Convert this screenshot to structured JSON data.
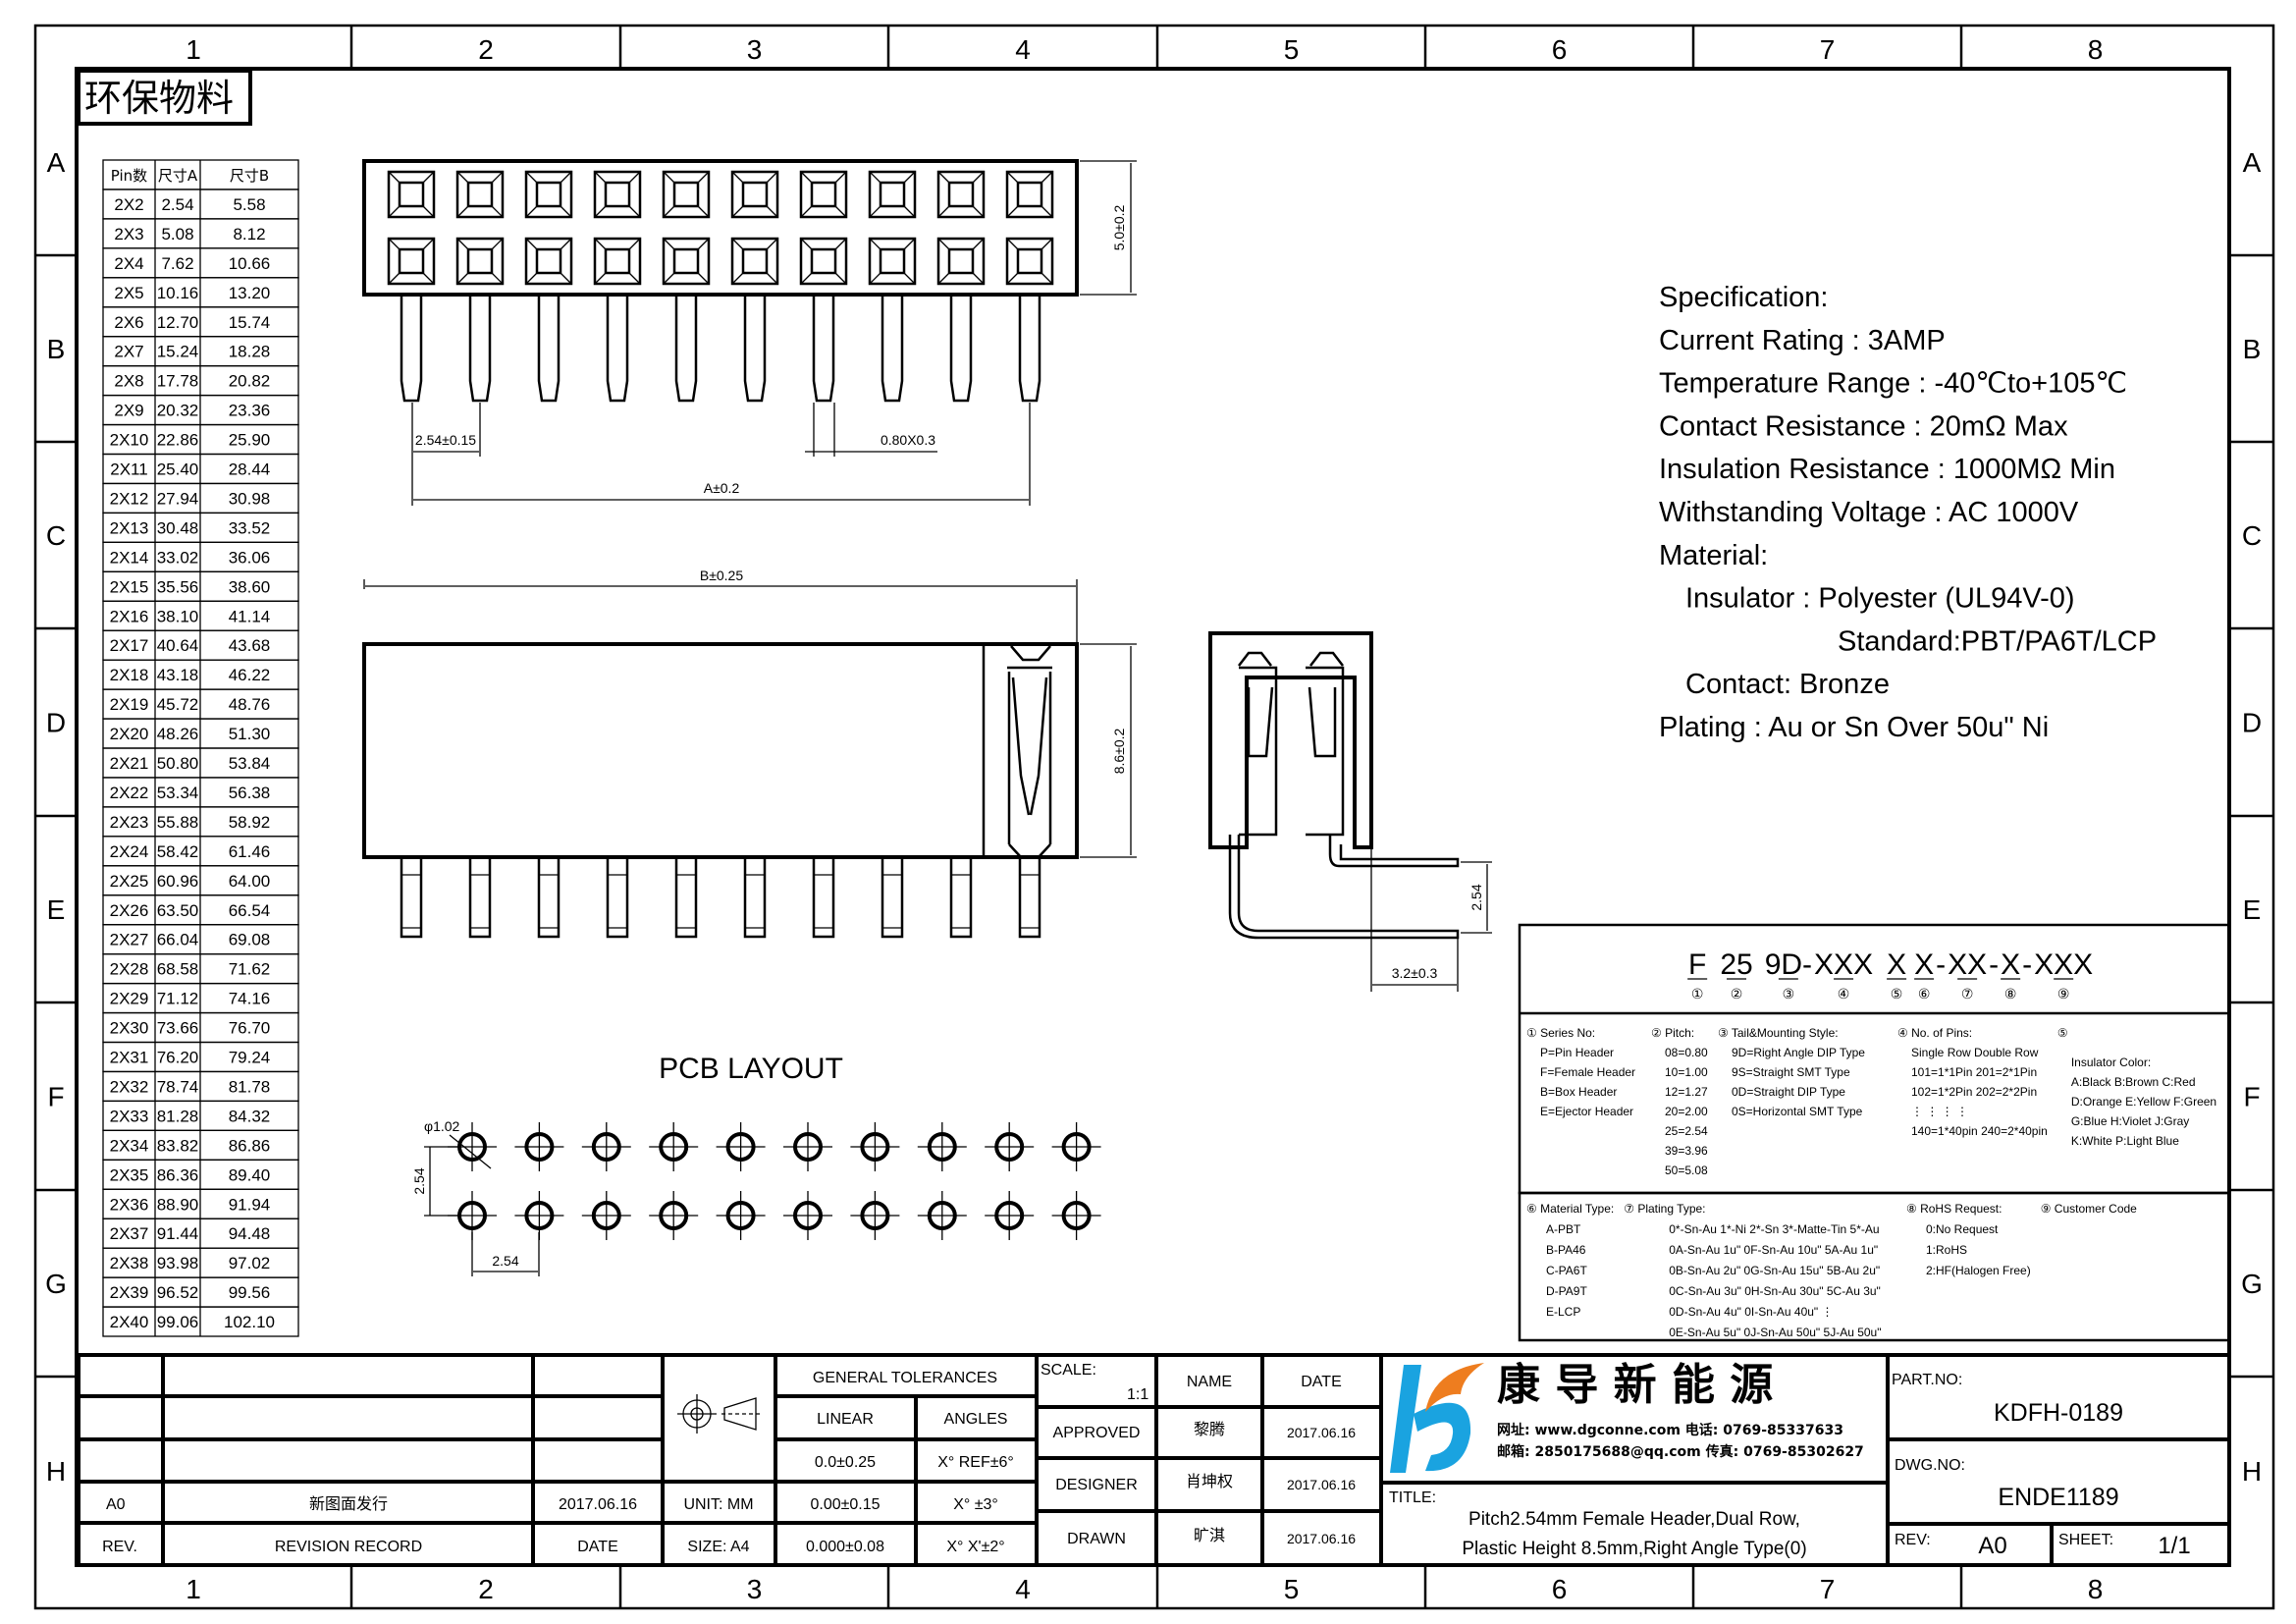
{
  "frame": {
    "columns": [
      "1",
      "2",
      "3",
      "4",
      "5",
      "6",
      "7",
      "8"
    ],
    "rows": [
      "A",
      "B",
      "C",
      "D",
      "E",
      "F",
      "G",
      "H"
    ]
  },
  "eco_label": "环保物料",
  "dimension_table": {
    "headers": [
      "Pin数",
      "尺寸A",
      "尺寸B"
    ],
    "rows": [
      [
        "2X2",
        "2.54",
        "5.58"
      ],
      [
        "2X3",
        "5.08",
        "8.12"
      ],
      [
        "2X4",
        "7.62",
        "10.66"
      ],
      [
        "2X5",
        "10.16",
        "13.20"
      ],
      [
        "2X6",
        "12.70",
        "15.74"
      ],
      [
        "2X7",
        "15.24",
        "18.28"
      ],
      [
        "2X8",
        "17.78",
        "20.82"
      ],
      [
        "2X9",
        "20.32",
        "23.36"
      ],
      [
        "2X10",
        "22.86",
        "25.90"
      ],
      [
        "2X11",
        "25.40",
        "28.44"
      ],
      [
        "2X12",
        "27.94",
        "30.98"
      ],
      [
        "2X13",
        "30.48",
        "33.52"
      ],
      [
        "2X14",
        "33.02",
        "36.06"
      ],
      [
        "2X15",
        "35.56",
        "38.60"
      ],
      [
        "2X16",
        "38.10",
        "41.14"
      ],
      [
        "2X17",
        "40.64",
        "43.68"
      ],
      [
        "2X18",
        "43.18",
        "46.22"
      ],
      [
        "2X19",
        "45.72",
        "48.76"
      ],
      [
        "2X20",
        "48.26",
        "51.30"
      ],
      [
        "2X21",
        "50.80",
        "53.84"
      ],
      [
        "2X22",
        "53.34",
        "56.38"
      ],
      [
        "2X23",
        "55.88",
        "58.92"
      ],
      [
        "2X24",
        "58.42",
        "61.46"
      ],
      [
        "2X25",
        "60.96",
        "64.00"
      ],
      [
        "2X26",
        "63.50",
        "66.54"
      ],
      [
        "2X27",
        "66.04",
        "69.08"
      ],
      [
        "2X28",
        "68.58",
        "71.62"
      ],
      [
        "2X29",
        "71.12",
        "74.16"
      ],
      [
        "2X30",
        "73.66",
        "76.70"
      ],
      [
        "2X31",
        "76.20",
        "79.24"
      ],
      [
        "2X32",
        "78.74",
        "81.78"
      ],
      [
        "2X33",
        "81.28",
        "84.32"
      ],
      [
        "2X34",
        "83.82",
        "86.86"
      ],
      [
        "2X35",
        "86.36",
        "89.40"
      ],
      [
        "2X36",
        "88.90",
        "91.94"
      ],
      [
        "2X37",
        "91.44",
        "94.48"
      ],
      [
        "2X38",
        "93.98",
        "97.02"
      ],
      [
        "2X39",
        "96.52",
        "99.56"
      ],
      [
        "2X40",
        "99.06",
        "102.10"
      ]
    ]
  },
  "dimensions": {
    "height_top": "5.0±0.2",
    "pitch": "2.54±0.15",
    "pin_size": "0.80X0.3",
    "dim_a": "A±0.2",
    "dim_b": "B±0.25",
    "height_front": "8.6±0.2",
    "side_pitch": "2.54",
    "side_tail": "3.2±0.3"
  },
  "pcb_layout": {
    "title": "PCB LAYOUT",
    "hole_dia": "φ1.02",
    "row_pitch": "2.54",
    "col_pitch": "2.54",
    "columns": 10,
    "rows": 2
  },
  "specification": [
    {
      "text": "Specification:",
      "indent": 0
    },
    {
      "text": "Current Rating : 3AMP",
      "indent": 0
    },
    {
      "text": "Temperature Range : -40℃to+105℃",
      "indent": 0
    },
    {
      "text": "Contact Resistance : 20mΩ  Max",
      "indent": 0
    },
    {
      "text": "Insulation Resistance : 1000MΩ  Min",
      "indent": 0
    },
    {
      "text": "Withstanding Voltage : AC 1000V",
      "indent": 0
    },
    {
      "text": "Material:",
      "indent": 0
    },
    {
      "text": "Insulator : Polyester (UL94V-0)",
      "indent": 1
    },
    {
      "text": "Standard:PBT/PA6T/LCP",
      "indent": 2
    },
    {
      "text": "Contact: Bronze",
      "indent": 1
    },
    {
      "text": "Plating : Au or Sn Over 50u\" Ni",
      "indent": 0
    }
  ],
  "part_code": {
    "segments": [
      "F",
      "25",
      "9D-",
      "XXX",
      "X",
      "X",
      "-",
      "XX",
      "-",
      "X",
      "-",
      "XXX"
    ],
    "markers": [
      "①",
      "②",
      "③",
      "④",
      "⑤",
      "⑥",
      "⑦",
      "⑧",
      "⑨"
    ],
    "legend_top": [
      [
        "① Series No:",
        "P=Pin Header",
        "F=Female Header",
        "B=Box Header",
        "E=Ejector Header"
      ],
      [
        "② Pitch:",
        "08=0.80",
        "10=1.00",
        "12=1.27",
        "20=2.00",
        "25=2.54",
        "39=3.96",
        "50=5.08"
      ],
      [
        "③ Tail&Mounting Style:",
        "9D=Right Angle DIP Type",
        "9S=Straight SMT Type",
        "0D=Straight DIP Type",
        "0S=Horizontal SMT Type"
      ],
      [
        "④ No. of Pins:",
        "Single Row   Double Row",
        "101=1*1Pin   201=2*1Pin",
        "102=1*2Pin   202=2*2Pin",
        "  ⋮   ⋮        ⋮   ⋮",
        "140=1*40pin  240=2*40pin"
      ],
      [
        "⑤",
        "Insulator Color:",
        "A:Black  B:Brown  C:Red",
        "D:Orange E:Yellow F:Green",
        "G:Blue   H:Violet J:Gray",
        "K:White  P:Light Blue"
      ]
    ],
    "legend_bottom": [
      [
        "⑥ Material Type:",
        "A-PBT",
        "B-PA46",
        "C-PA6T",
        "D-PA9T",
        "E-LCP"
      ],
      [
        "⑦ Plating Type:",
        "0*-Sn-Au 1*-Ni 2*-Sn 3*-Matte-Tin 5*-Au",
        "0A-Sn-Au 1u\" 0F-Sn-Au 10u\"  5A-Au 1u\"",
        "0B-Sn-Au 2u\" 0G-Sn-Au 15u\"  5B-Au 2u\"",
        "0C-Sn-Au 3u\" 0H-Sn-Au 30u\"  5C-Au 3u\"",
        "0D-Sn-Au 4u\" 0I-Sn-Au 40u\"     ⋮",
        "0E-Sn-Au 5u\" 0J-Sn-Au 50u\"  5J-Au 50u\""
      ],
      [
        "⑧ RoHS Request:",
        "0:No Request",
        "1:RoHS",
        "2:HF(Halogen Free)"
      ],
      [
        "⑨ Customer Code"
      ]
    ]
  },
  "revision_block": {
    "rev": "A0",
    "record": "新图面发行",
    "date": "2017.06.16",
    "hdr_rev": "REV.",
    "hdr_record": "REVISION RECORD",
    "hdr_date": "DATE",
    "unit": "UNIT: MM",
    "size": "SIZE: A4"
  },
  "tolerances": {
    "title": "GENERAL TOLERANCES",
    "linear": "LINEAR",
    "angles": "ANGLES",
    "rows": [
      [
        "0.0±0.25",
        "X° REF±6°"
      ],
      [
        "0.00±0.15",
        "X° ±3°"
      ],
      [
        "0.000±0.08",
        "X° X'±2°"
      ]
    ]
  },
  "signoff": {
    "scale_label": "SCALE:",
    "scale": "1:1",
    "name_hdr": "NAME",
    "date_hdr": "DATE",
    "rows": [
      [
        "APPROVED",
        "黎腾",
        "2017.06.16"
      ],
      [
        "DESIGNER",
        "肖坤权",
        "2017.06.16"
      ],
      [
        "DRAWN",
        "旷淇",
        "2017.06.16"
      ]
    ]
  },
  "company": {
    "name": "康 导 新 能 源",
    "line1": "网址: www.dgconne.com  电话: 0769-85337633",
    "line2": "邮箱: 2850175688@qq.com 传真: 0769-85302627",
    "logo_blue": "#1aa3e0",
    "logo_orange": "#ee7d1f"
  },
  "title_block": {
    "title_label": "TITLE:",
    "title_line1": "Pitch2.54mm Female Header,Dual Row,",
    "title_line2": "Plastic Height 8.5mm,Right Angle Type(0)",
    "part_no_label": "PART.NO:",
    "part_no": "KDFH-0189",
    "dwg_no_label": "DWG.NO:",
    "dwg_no": "ENDE1189",
    "rev_label": "REV:",
    "rev": "A0",
    "sheet_label": "SHEET:",
    "sheet": "1/1"
  }
}
